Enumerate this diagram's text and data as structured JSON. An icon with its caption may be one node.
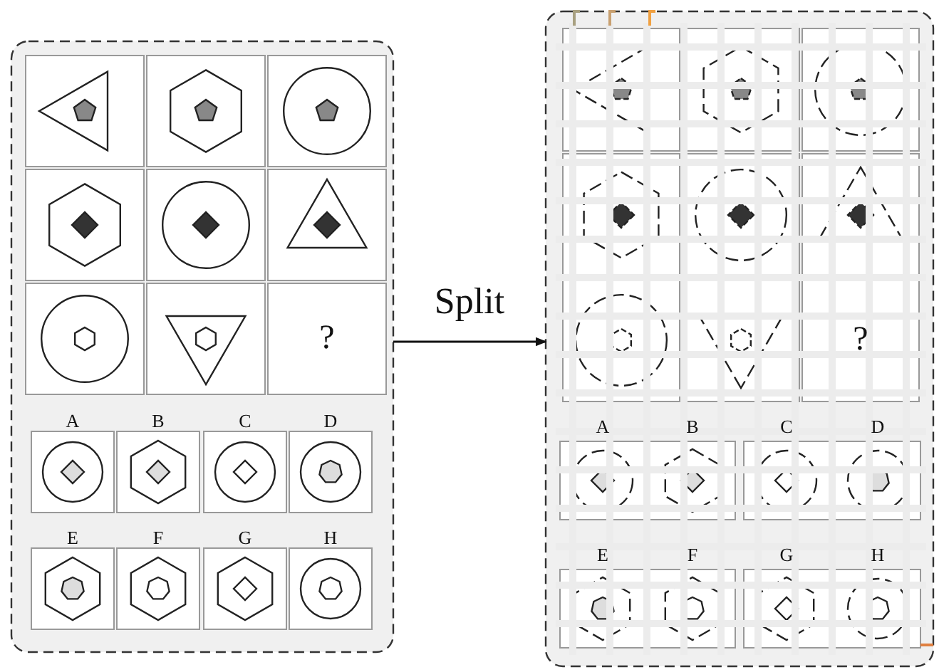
{
  "diagram": {
    "nodes": [
      {
        "text": [],
        "shape": "box"
      },
      {
        "text": [],
        "shape": "box"
      }
    ],
    "edges": [
      {
        "from": 0,
        "to": 1,
        "arrow": "to",
        "label": "Split"
      }
    ],
    "labels": [
      "?",
      "A",
      "B",
      "C",
      "D",
      "E",
      "F",
      "G",
      "H",
      "?",
      "A",
      "B",
      "C",
      "D",
      "E",
      "F",
      "G",
      "H"
    ]
  }
}
